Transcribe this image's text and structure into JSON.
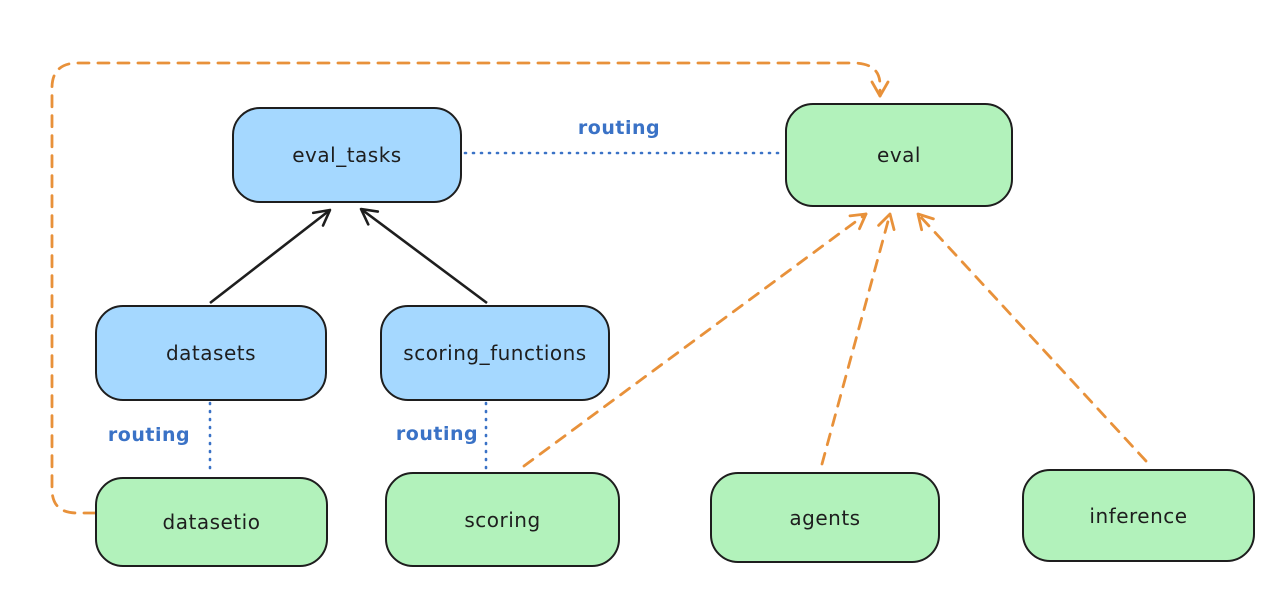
{
  "diagram": {
    "colors": {
      "node_border": "#1e1e1e",
      "blue_fill": "#a5d8ff",
      "green_fill": "#b2f2bb",
      "routing_blue": "#3a72c6",
      "orange": "#e8913a",
      "black_arrow": "#1e1e1e",
      "canvas_bg": "#ffffff"
    },
    "nodes": {
      "eval_tasks": {
        "label": "eval_tasks",
        "fill": "blue"
      },
      "eval": {
        "label": "eval",
        "fill": "green"
      },
      "datasets": {
        "label": "datasets",
        "fill": "blue"
      },
      "scoring_functions": {
        "label": "scoring_functions",
        "fill": "blue"
      },
      "datasetio": {
        "label": "datasetio",
        "fill": "green"
      },
      "scoring": {
        "label": "scoring",
        "fill": "green"
      },
      "agents": {
        "label": "agents",
        "fill": "green"
      },
      "inference": {
        "label": "inference",
        "fill": "green"
      }
    },
    "edge_labels": {
      "routing_top": "routing",
      "routing_datasets": "routing",
      "routing_scoring": "routing"
    },
    "edges": [
      {
        "from": "datasets",
        "to": "eval_tasks",
        "style": "solid-black-arrow"
      },
      {
        "from": "scoring_functions",
        "to": "eval_tasks",
        "style": "solid-black-arrow"
      },
      {
        "from": "eval_tasks",
        "to": "eval",
        "style": "dotted-blue",
        "label": "routing"
      },
      {
        "from": "datasets",
        "to": "datasetio",
        "style": "dotted-blue",
        "label": "routing"
      },
      {
        "from": "scoring_functions",
        "to": "scoring",
        "style": "dotted-blue",
        "label": "routing"
      },
      {
        "from": "datasetio",
        "to": "eval",
        "style": "dashed-orange-arrow"
      },
      {
        "from": "scoring",
        "to": "eval",
        "style": "dashed-orange-arrow"
      },
      {
        "from": "agents",
        "to": "eval",
        "style": "dashed-orange-arrow"
      },
      {
        "from": "inference",
        "to": "eval",
        "style": "dashed-orange-arrow"
      }
    ]
  }
}
